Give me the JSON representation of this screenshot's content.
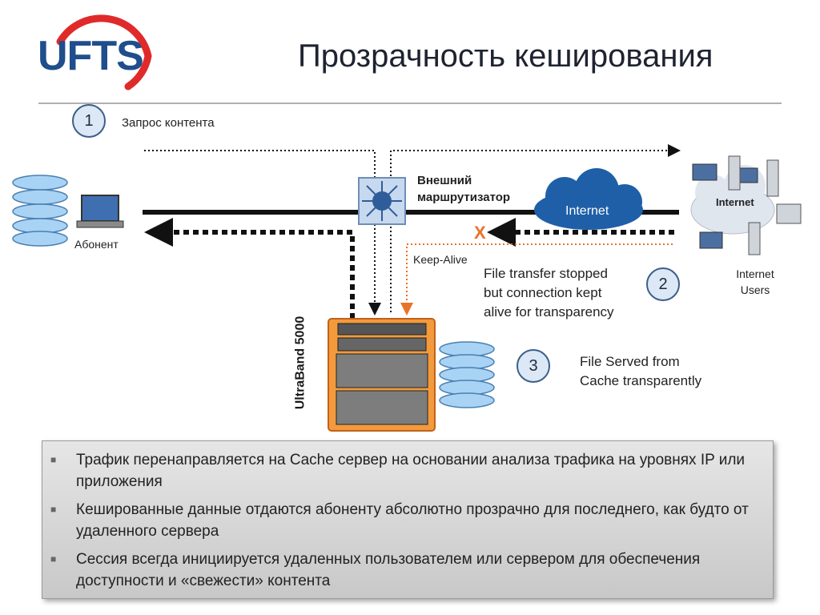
{
  "header": {
    "logo_text": "UFTS",
    "title": "Прозрачность кеширования"
  },
  "steps": [
    {
      "number": "1",
      "label": "Запрос контента"
    },
    {
      "number": "2",
      "label": "File transfer stopped but connection kept alive for transparency"
    },
    {
      "number": "3",
      "label": "File Served from Cache transparently"
    }
  ],
  "diagram": {
    "router_label": "Внешний маршрутизатор",
    "internet_cloud_label": "Internet",
    "internet_group_label": "Internet",
    "internet_users_label": "Internet Users",
    "subscriber_label": "Абонент",
    "keepalive_label": "Keep-Alive",
    "stop_mark": "X",
    "cache_server_label": "UltraBand 5000",
    "colors": {
      "accent_orange": "#e8732a",
      "cloud_blue": "#1f5fa8",
      "disk_blue": "#a9d3f5",
      "line": "#111111",
      "circle_border": "#3b5f8a"
    }
  },
  "notes": {
    "step2_lines": [
      "File transfer stopped",
      "but connection kept",
      "alive for transparency"
    ],
    "step3_lines": [
      "File Served from",
      "Cache transparently"
    ]
  },
  "bullets": [
    "Трафик перенаправляется на Cache сервер на основании анализа трафика на уровнях IP или приложения",
    "Кешированные данные отдаются абоненту абсолютно прозрачно для последнего, как будто от удаленного сервера",
    "Сессия всегда инициируется удаленных пользователем или сервером для обеспечения доступности и «свежести» контента"
  ]
}
